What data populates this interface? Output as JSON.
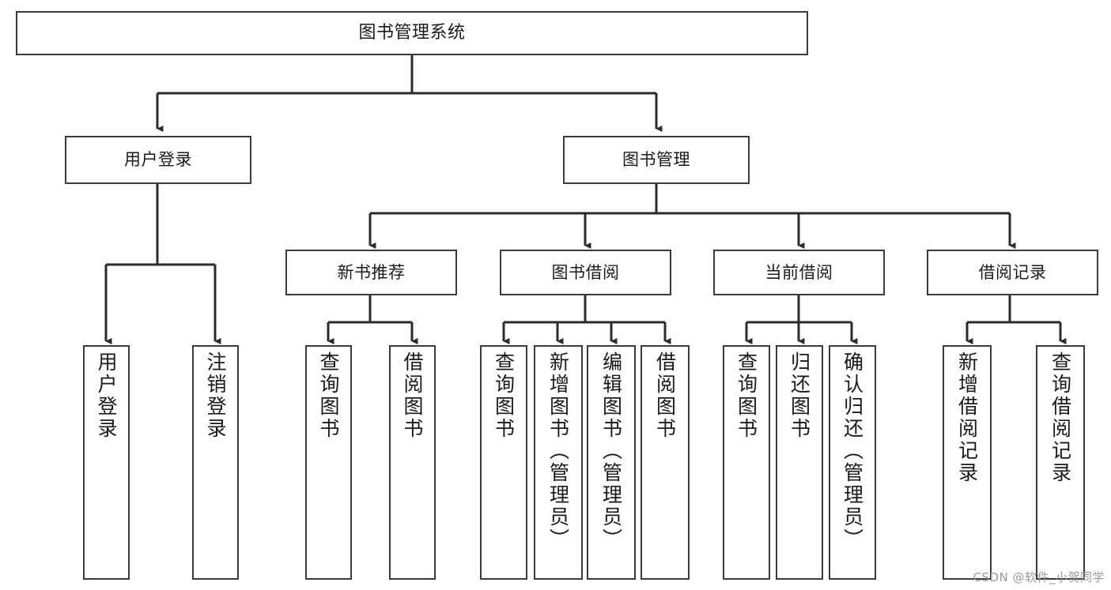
{
  "diagram": {
    "type": "tree",
    "title": "图书管理系统",
    "orientation": "top-down",
    "colors": {
      "background": "#ffffff",
      "node_border": "#3b3b3b",
      "node_fill": "#ffffff",
      "edge": "#2b2b2b",
      "text": "#1a1a1a",
      "watermark": "#9a9a9a"
    },
    "root": {
      "label": "图书管理系统"
    },
    "level1": [
      {
        "label": "用户登录"
      },
      {
        "label": "图书管理"
      }
    ],
    "level2": [
      {
        "label": "新书推荐"
      },
      {
        "label": "图书借阅"
      },
      {
        "label": "当前借阅"
      },
      {
        "label": "借阅记录"
      }
    ],
    "leaves": {
      "user_login": [
        {
          "label": "用户登录"
        },
        {
          "label": "注销登录"
        }
      ],
      "new_book_recommend": [
        {
          "label": "查询图书"
        },
        {
          "label": "借阅图书"
        }
      ],
      "book_borrow": [
        {
          "label": "查询图书"
        },
        {
          "label": "新增图书（管理员）"
        },
        {
          "label": "编辑图书（管理员）"
        },
        {
          "label": "借阅图书"
        }
      ],
      "current_borrow": [
        {
          "label": "查询图书"
        },
        {
          "label": "归还图书"
        },
        {
          "label": "确认归还（管理员）"
        }
      ],
      "borrow_record": [
        {
          "label": "新增借阅记录"
        },
        {
          "label": "查询借阅记录"
        }
      ]
    }
  },
  "watermark": {
    "text": "CSDN @软件_小贺同学"
  }
}
